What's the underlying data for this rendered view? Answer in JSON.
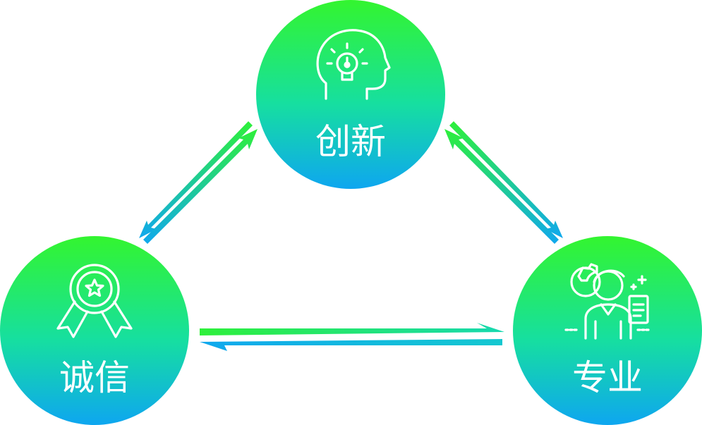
{
  "diagram": {
    "type": "cycle-triangle",
    "nodes": [
      {
        "id": "innovation",
        "label": "创新",
        "icon": "lightbulb-head-icon"
      },
      {
        "id": "integrity",
        "label": "诚信",
        "icon": "award-ribbon-icon"
      },
      {
        "id": "professional",
        "label": "专业",
        "icon": "professional-person-gear-icon"
      }
    ],
    "connections": [
      {
        "from": "innovation",
        "to": "integrity",
        "bidirectional": true
      },
      {
        "from": "innovation",
        "to": "professional",
        "bidirectional": true
      },
      {
        "from": "integrity",
        "to": "professional",
        "bidirectional": true
      }
    ]
  },
  "colors": {
    "gradient_top": "#33ee33",
    "gradient_bottom": "#11aaee",
    "icon_and_text": "#ffffff",
    "background": "#ffffff"
  }
}
